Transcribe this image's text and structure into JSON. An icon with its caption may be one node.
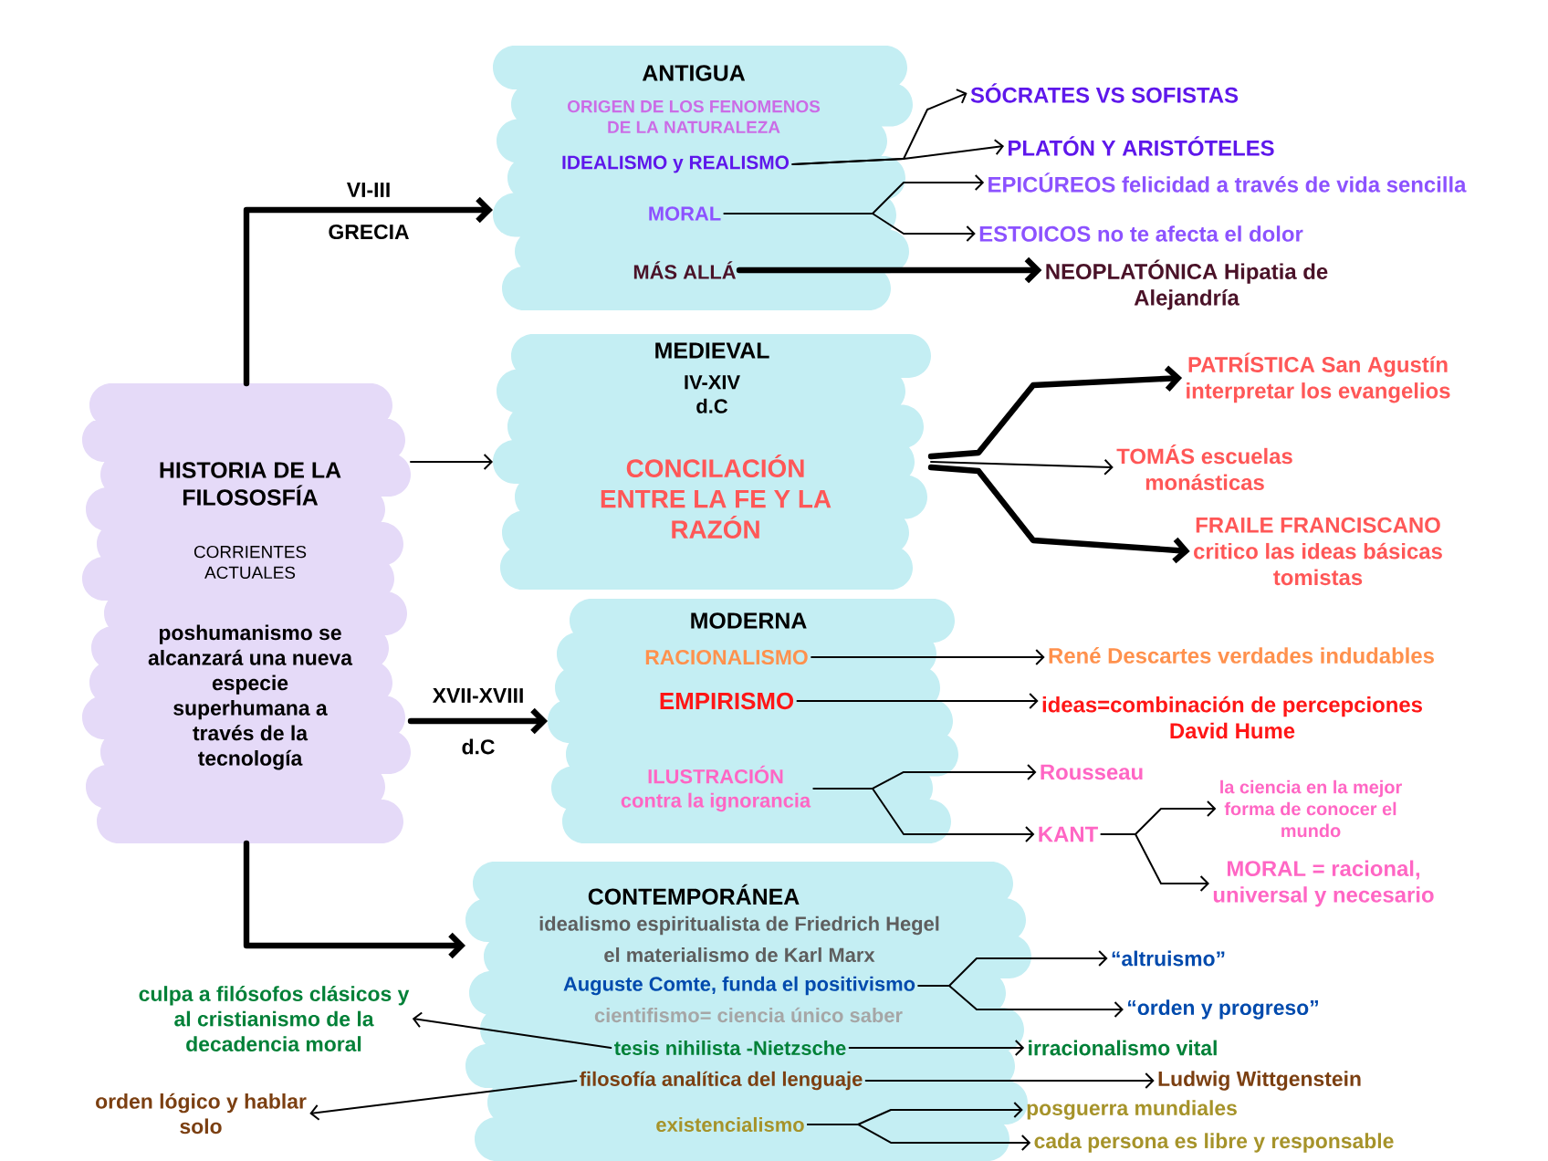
{
  "diagram": {
    "nodes": [
      {
        "text": [
          "HISTORIA DE LA FILOSOSFÍA",
          "CORRIENTES ACTUALES",
          "poshumanismo se alcanzará una nueva especie superhumana a través de la tecnología"
        ]
      },
      {
        "text": [
          "ANTIGUA",
          "ORIGEN DE LOS FENOMENOS DE LA NATURALEZA"
        ]
      },
      {
        "text": [
          "IDEALISMO y REALISMO"
        ],
        "in": 1
      },
      {
        "text": [
          "MORAL"
        ],
        "in": 1
      },
      {
        "text": [
          "MÁS ALLÁ"
        ],
        "in": 1
      },
      {
        "text": [
          "SÓCRATES VS SOFISTAS"
        ]
      },
      {
        "text": [
          "PLATÓN Y ARISTÓTELES"
        ]
      },
      {
        "text": [
          "EPICÚREOS felicidad a través de vida sencilla"
        ]
      },
      {
        "text": [
          "ESTOICOS no te afecta el dolor"
        ]
      },
      {
        "text": [
          "NEOPLATÓNICA Hipatia de Alejandría"
        ]
      },
      {
        "text": [
          "MEDIEVAL",
          "IV-XIV d.C",
          "CONCILACIÓN ENTRE LA FE Y LA RAZÓN"
        ]
      },
      {
        "text": [
          "PATRÍSTICA San Agustín interpretar los evangelios"
        ]
      },
      {
        "text": [
          "TOMÁS escuelas monásticas"
        ]
      },
      {
        "text": [
          "FRAILE FRANCISCANO critico las ideas básicas tomistas"
        ]
      },
      {
        "text": [
          "MODERNA"
        ]
      },
      {
        "text": [
          "RACIONALISMO"
        ],
        "in": 14
      },
      {
        "text": [
          "EMPIRISMO"
        ],
        "in": 14
      },
      {
        "text": [
          "ILUSTRACIÓN contra la ignorancia"
        ],
        "in": 14
      },
      {
        "text": [
          "René Descartes verdades indudables"
        ]
      },
      {
        "text": [
          "ideas=combinación de percepciones David Hume"
        ]
      },
      {
        "text": [
          "Rousseau"
        ]
      },
      {
        "text": [
          "KANT"
        ]
      },
      {
        "text": [
          "la ciencia en la mejor forma de conocer el mundo"
        ]
      },
      {
        "text": [
          "MORAL = racional, universal y necesario"
        ]
      },
      {
        "text": [
          "CONTEMPORÁNEA"
        ]
      },
      {
        "text": [
          "idealismo espiritualista de Friedrich Hegel"
        ],
        "in": 24
      },
      {
        "text": [
          "el materialismo de Karl Marx"
        ],
        "in": 24
      },
      {
        "text": [
          "Auguste Comte, funda el positivismo"
        ],
        "in": 24
      },
      {
        "text": [
          "cientifismo= ciencia único saber"
        ],
        "in": 24
      },
      {
        "text": [
          "tesis nihilista -Nietzsche"
        ],
        "in": 24
      },
      {
        "text": [
          "filosofía analítica del lenguaje"
        ],
        "in": 24
      },
      {
        "text": [
          "existencialismo"
        ],
        "in": 24
      },
      {
        "text": [
          "“altruismo”"
        ]
      },
      {
        "text": [
          "“orden y progreso”"
        ]
      },
      {
        "text": [
          "irracionalismo vital"
        ]
      },
      {
        "text": [
          "culpa a filósofos clásicos y al cristianismo de la decadencia moral"
        ]
      },
      {
        "text": [
          "orden lógico y hablar solo"
        ]
      },
      {
        "text": [
          "Ludwig Wittgenstein"
        ]
      },
      {
        "text": [
          "posguerra mundiales"
        ]
      },
      {
        "text": [
          "cada persona es libre y responsable"
        ]
      }
    ],
    "edges": [
      {
        "from": 0,
        "to": 1,
        "arrow": "to",
        "label": "VI-III",
        "style": "thick"
      },
      {
        "from": 0,
        "to": 10,
        "arrow": "to"
      },
      {
        "from": 0,
        "to": 14,
        "arrow": "to",
        "label": "XVII-XVIII",
        "style": "thick"
      },
      {
        "from": 0,
        "to": 24,
        "arrow": "to",
        "style": "thick"
      },
      {
        "from": 2,
        "to": 5,
        "arrow": "to"
      },
      {
        "from": 2,
        "to": 6,
        "arrow": "to"
      },
      {
        "from": 3,
        "to": 7,
        "arrow": "to"
      },
      {
        "from": 3,
        "to": 8,
        "arrow": "to"
      },
      {
        "from": 4,
        "to": 9,
        "arrow": "to",
        "style": "thick"
      },
      {
        "from": 10,
        "to": 11,
        "arrow": "to",
        "style": "thick"
      },
      {
        "from": 10,
        "to": 12,
        "arrow": "to"
      },
      {
        "from": 10,
        "to": 13,
        "arrow": "to",
        "style": "thick"
      },
      {
        "from": 15,
        "to": 18,
        "arrow": "to"
      },
      {
        "from": 16,
        "to": 19,
        "arrow": "to"
      },
      {
        "from": 17,
        "to": 20,
        "arrow": "to"
      },
      {
        "from": 17,
        "to": 21,
        "arrow": "to"
      },
      {
        "from": 21,
        "to": 22,
        "arrow": "to"
      },
      {
        "from": 21,
        "to": 23,
        "arrow": "to"
      },
      {
        "from": 27,
        "to": 32,
        "arrow": "to"
      },
      {
        "from": 27,
        "to": 33,
        "arrow": "to"
      },
      {
        "from": 29,
        "to": 34,
        "arrow": "to"
      },
      {
        "from": 29,
        "to": 35,
        "arrow": "to"
      },
      {
        "from": 30,
        "to": 36,
        "arrow": "to"
      },
      {
        "from": 30,
        "to": 37,
        "arrow": "to"
      },
      {
        "from": 31,
        "to": 38,
        "arrow": "to"
      },
      {
        "from": 31,
        "to": 39,
        "arrow": "to"
      }
    ],
    "labels": [
      "GRECIA",
      "d.C"
    ]
  }
}
